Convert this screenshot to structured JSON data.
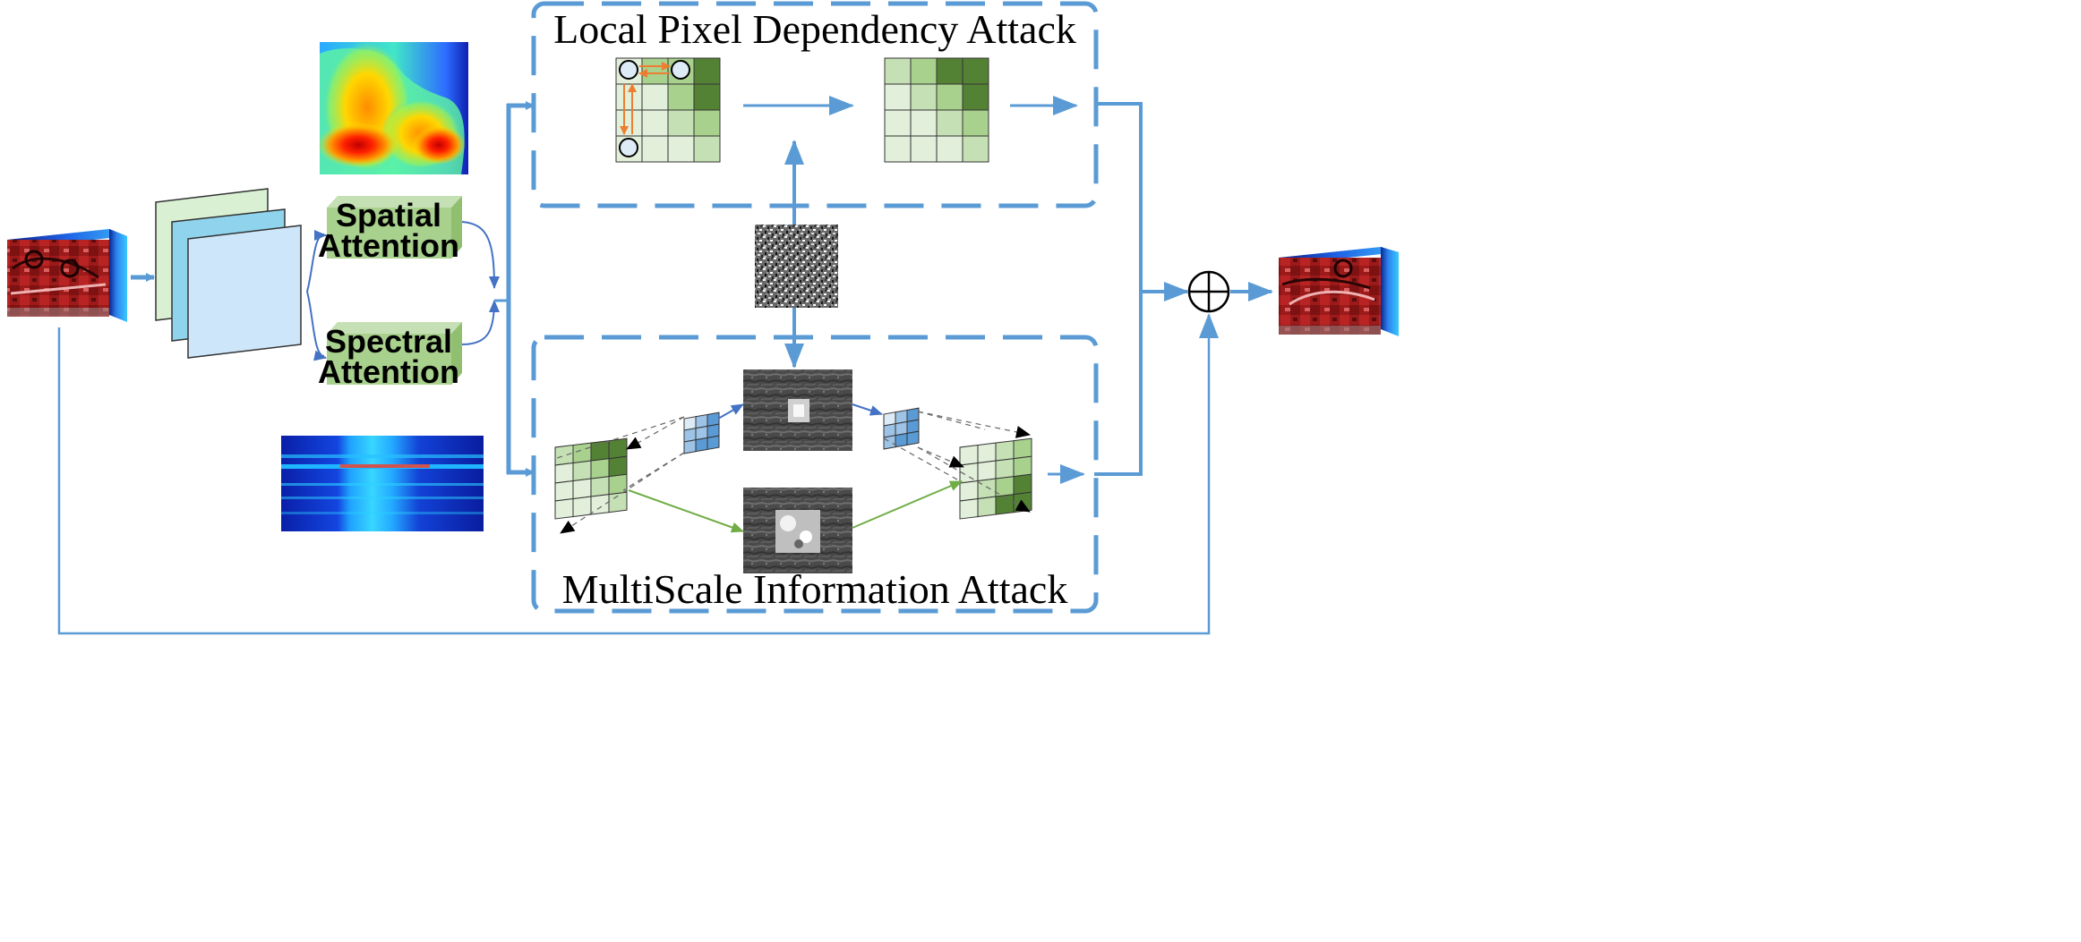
{
  "modules": {
    "local_attack_title": "Local Pixel Dependency Attack",
    "multiscale_attack_title": "MultiScale Information Attack"
  },
  "attention": {
    "spatial_line1": "Spatial",
    "spatial_line2": "Attention",
    "spectral_line1": "Spectral",
    "spectral_line2": "Attention"
  },
  "icons": {
    "sum": "circled-plus-icon",
    "input_cube": "hyperspectral-cube-icon",
    "output_cube": "hyperspectral-cube-icon",
    "spatial_map": "spatial-heatmap-icon",
    "spectral_map": "spectral-heatmap-icon",
    "noise": "noise-pattern-icon"
  },
  "colors": {
    "arrow": "#5b9bd5",
    "dash_box": "#5b9bd5",
    "attention_box": "#a9d18e",
    "green_arrow": "#70ad47",
    "orange_arrow": "#ed7d31",
    "grid_dark": "#548235",
    "grid_mid": "#a9d18e",
    "grid_light": "#e2efda"
  }
}
